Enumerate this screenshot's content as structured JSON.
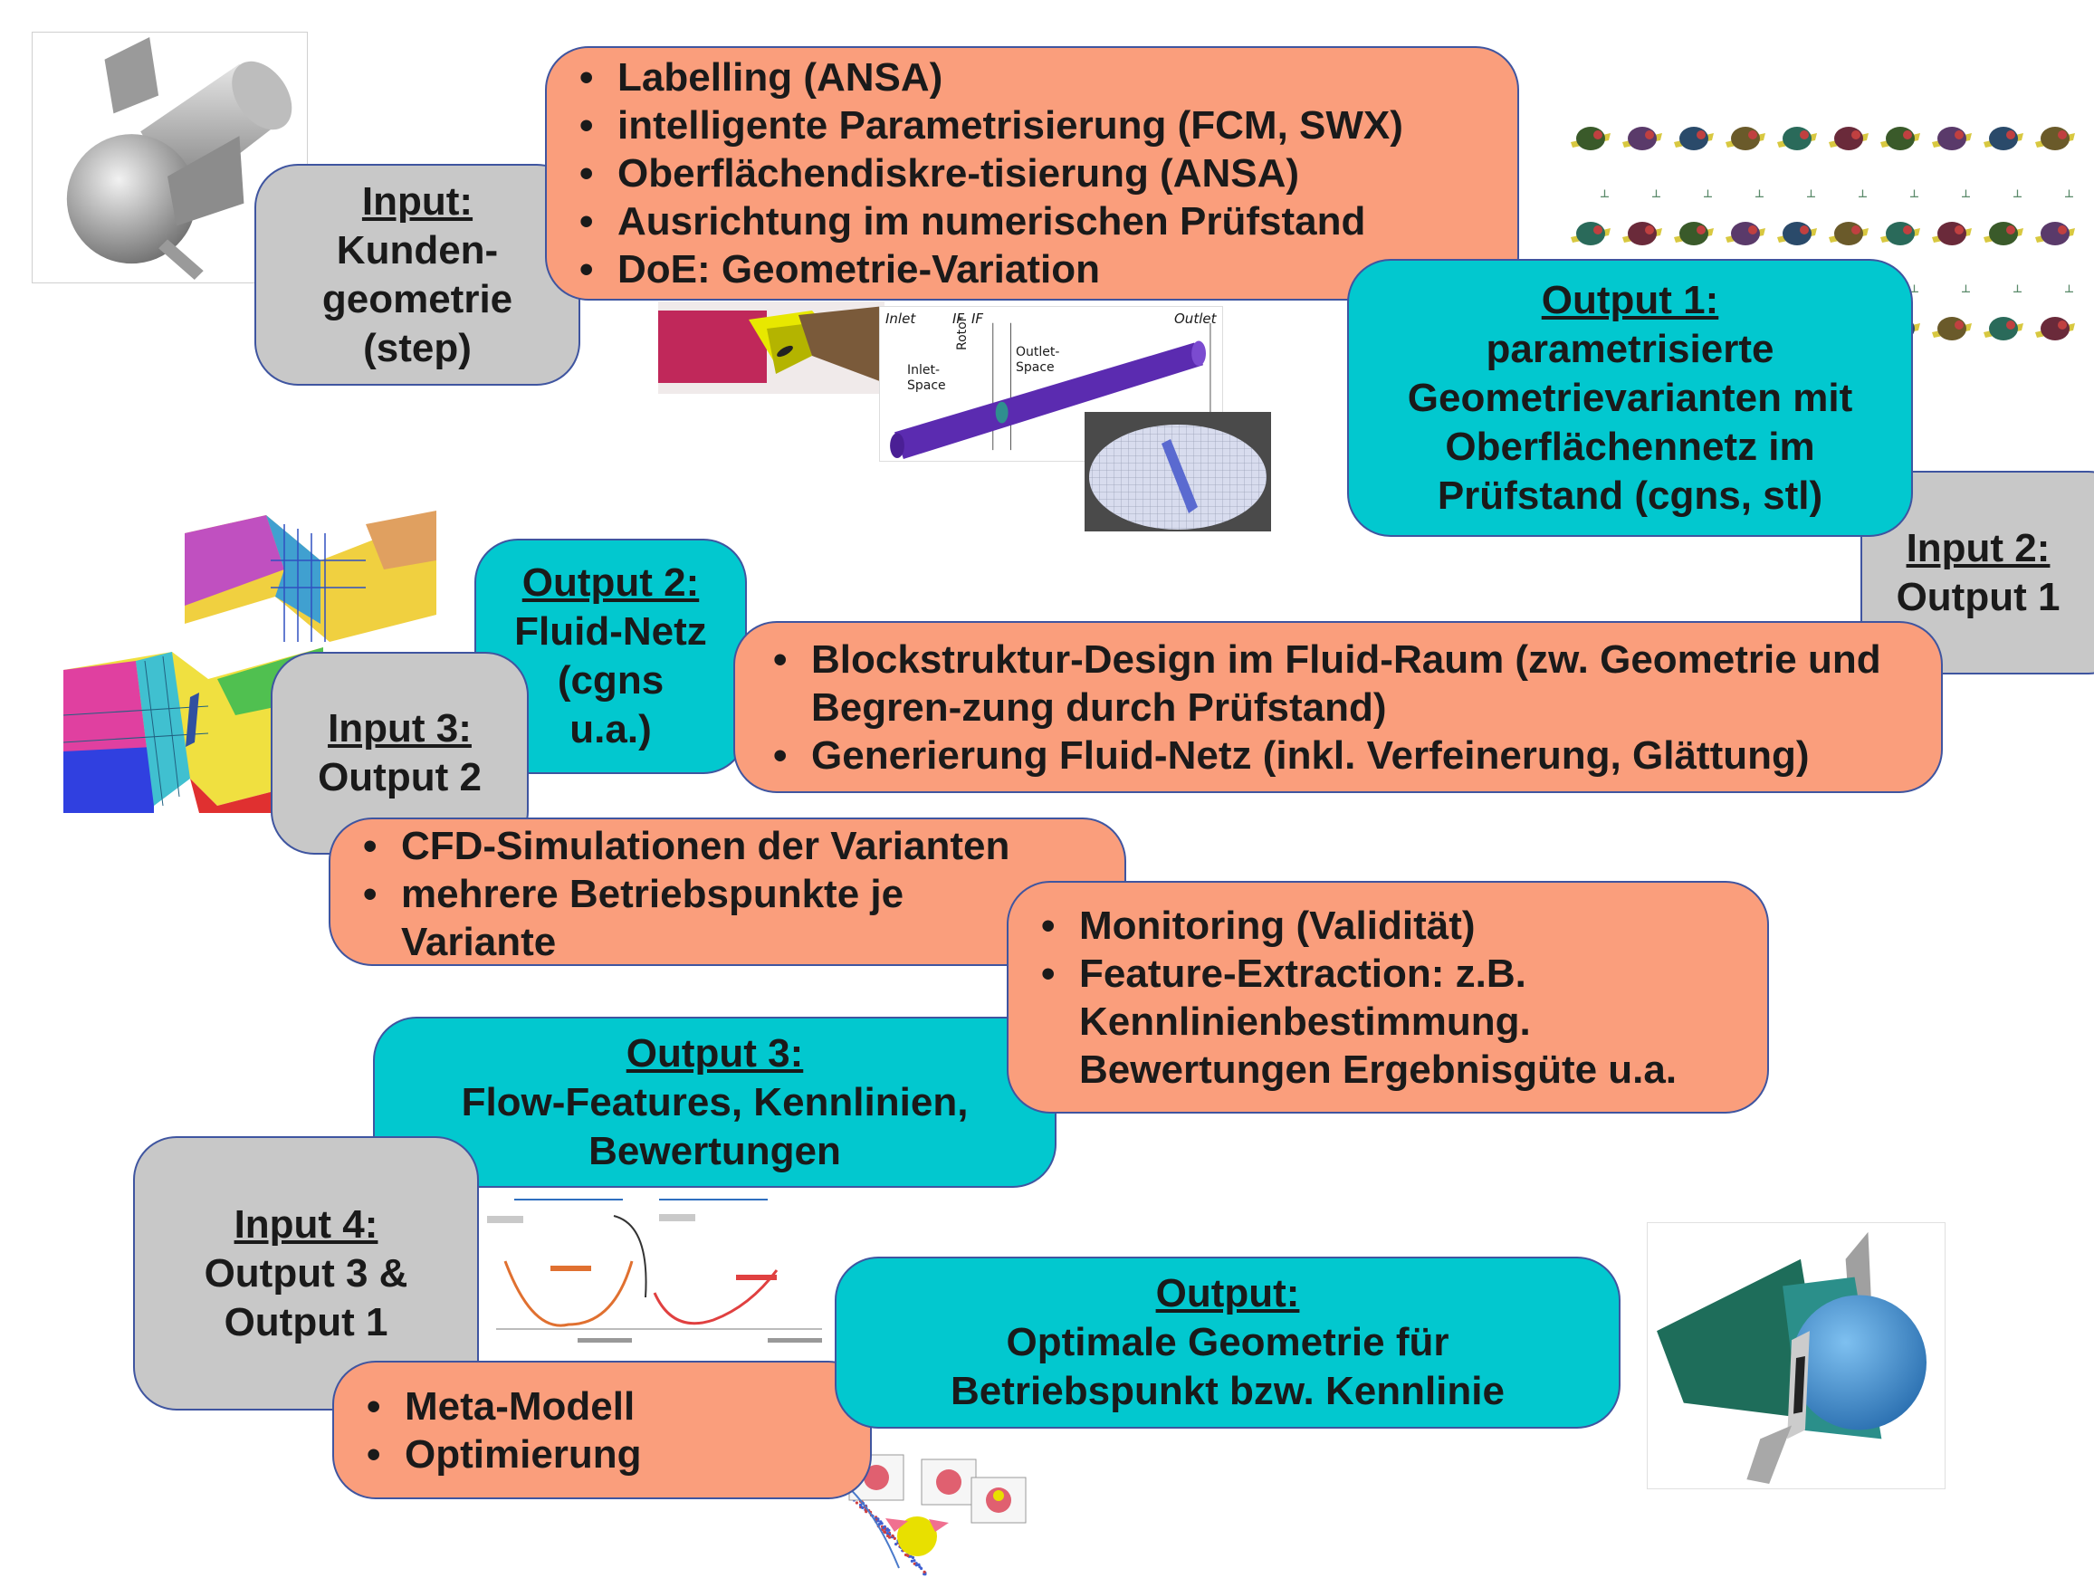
{
  "nodes": {
    "input1": {
      "title": "Input:",
      "lines": [
        "Kunden-",
        "geometrie",
        "(step)"
      ]
    },
    "step1": {
      "items": [
        "Labelling (ANSA)",
        "intelligente Parametrisierung (FCM, SWX)",
        "Oberflächendiskre-tisierung (ANSA)",
        "Ausrichtung im numerischen Prüfstand",
        "DoE: Geometrie-Variation"
      ]
    },
    "output1": {
      "title": "Output 1:",
      "lines": [
        "parametrisierte",
        "Geometrievarianten mit",
        "Oberflächennetz im",
        "Prüfstand (cgns, stl)"
      ]
    },
    "input2": {
      "title": "Input 2:",
      "lines": [
        "Output 1"
      ]
    },
    "output2": {
      "title": "Output 2:",
      "lines": [
        "Fluid-Netz",
        "(cgns",
        "u.a.)"
      ]
    },
    "step2": {
      "items": [
        "Blockstruktur-Design im Fluid-Raum (zw. Geometrie und Begren-zung durch Prüfstand)",
        "Generierung Fluid-Netz (inkl. Verfeinerung, Glättung)"
      ]
    },
    "input3": {
      "title": "Input 3:",
      "lines": [
        "Output 2"
      ]
    },
    "step3": {
      "items": [
        "CFD-Simulationen der Varianten",
        "mehrere Betriebspunkte je Variante"
      ]
    },
    "step4": {
      "items": [
        "Monitoring (Validität)",
        "Feature-Extraction: z.B. Kennlinienbestimmung. Bewertungen Ergebnisgüte u.a."
      ]
    },
    "output3": {
      "title": "Output 3:",
      "lines": [
        "Flow-Features, Kennlinien,",
        "Bewertungen"
      ]
    },
    "input4": {
      "title": "Input 4:",
      "lines": [
        "Output 3 &",
        "Output 1"
      ]
    },
    "step5": {
      "items": [
        "Meta-Modell",
        "Optimierung"
      ]
    },
    "output_final": {
      "title": "Output:",
      "lines": [
        "Optimale Geometrie für",
        "Betriebspunkt bzw. Kennlinie"
      ]
    }
  },
  "figure_labels": {
    "inlet": "Inlet",
    "if1": "IF",
    "if2": "IF",
    "outlet": "Outlet",
    "rotor": "Rotor",
    "inlet_space": [
      "Inlet-",
      "Space"
    ],
    "outlet_space": [
      "Outlet-",
      "Space"
    ]
  },
  "colors": {
    "gray_box": "#c8c8c8",
    "teal_box": "#02c8cf",
    "salmon_box": "#fa9e7c",
    "border": "#3f55a0"
  }
}
